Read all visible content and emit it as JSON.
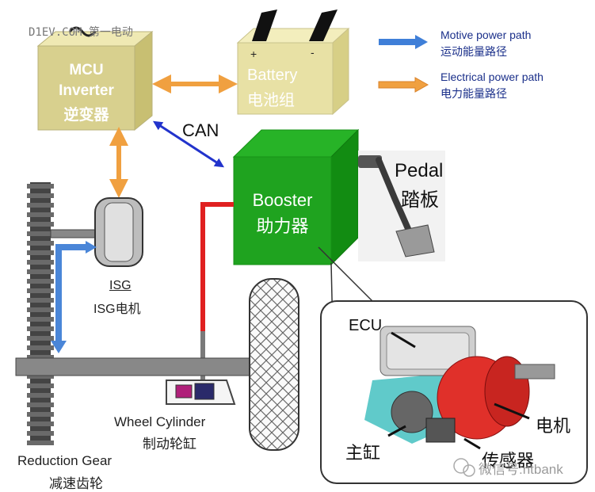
{
  "watermark_top": "D1EV.COM 第一电动",
  "mcu": {
    "line1": "MCU",
    "line2": "Inverter",
    "line3": "逆变器"
  },
  "battery": {
    "label_en": "Battery",
    "label_zh": "电池组",
    "plus": "+",
    "minus": "-"
  },
  "legend": [
    {
      "en": "Motive power path",
      "zh": "运动能量路径",
      "color": "#3f7fd8"
    },
    {
      "en": "Electrical power path",
      "zh": "电力能量路径",
      "color": "#f0a040"
    }
  ],
  "can_label": "CAN",
  "booster": {
    "en": "Booster",
    "zh": "助力器",
    "color": "#1fa31f"
  },
  "pedal": {
    "en": "Pedal",
    "zh": "踏板"
  },
  "isg": {
    "en": "ISG",
    "zh": "ISG电机"
  },
  "wheel_cylinder": {
    "en": "Wheel Cylinder",
    "zh": "制动轮缸"
  },
  "reduction_gear": {
    "en": "Reduction Gear",
    "zh": "减速齿轮"
  },
  "inset": {
    "ecu": "ECU",
    "motor": "电机",
    "master_cylinder": "主缸",
    "sensor": "传感器"
  },
  "watermark_bottom": "微信号:ntbank"
}
